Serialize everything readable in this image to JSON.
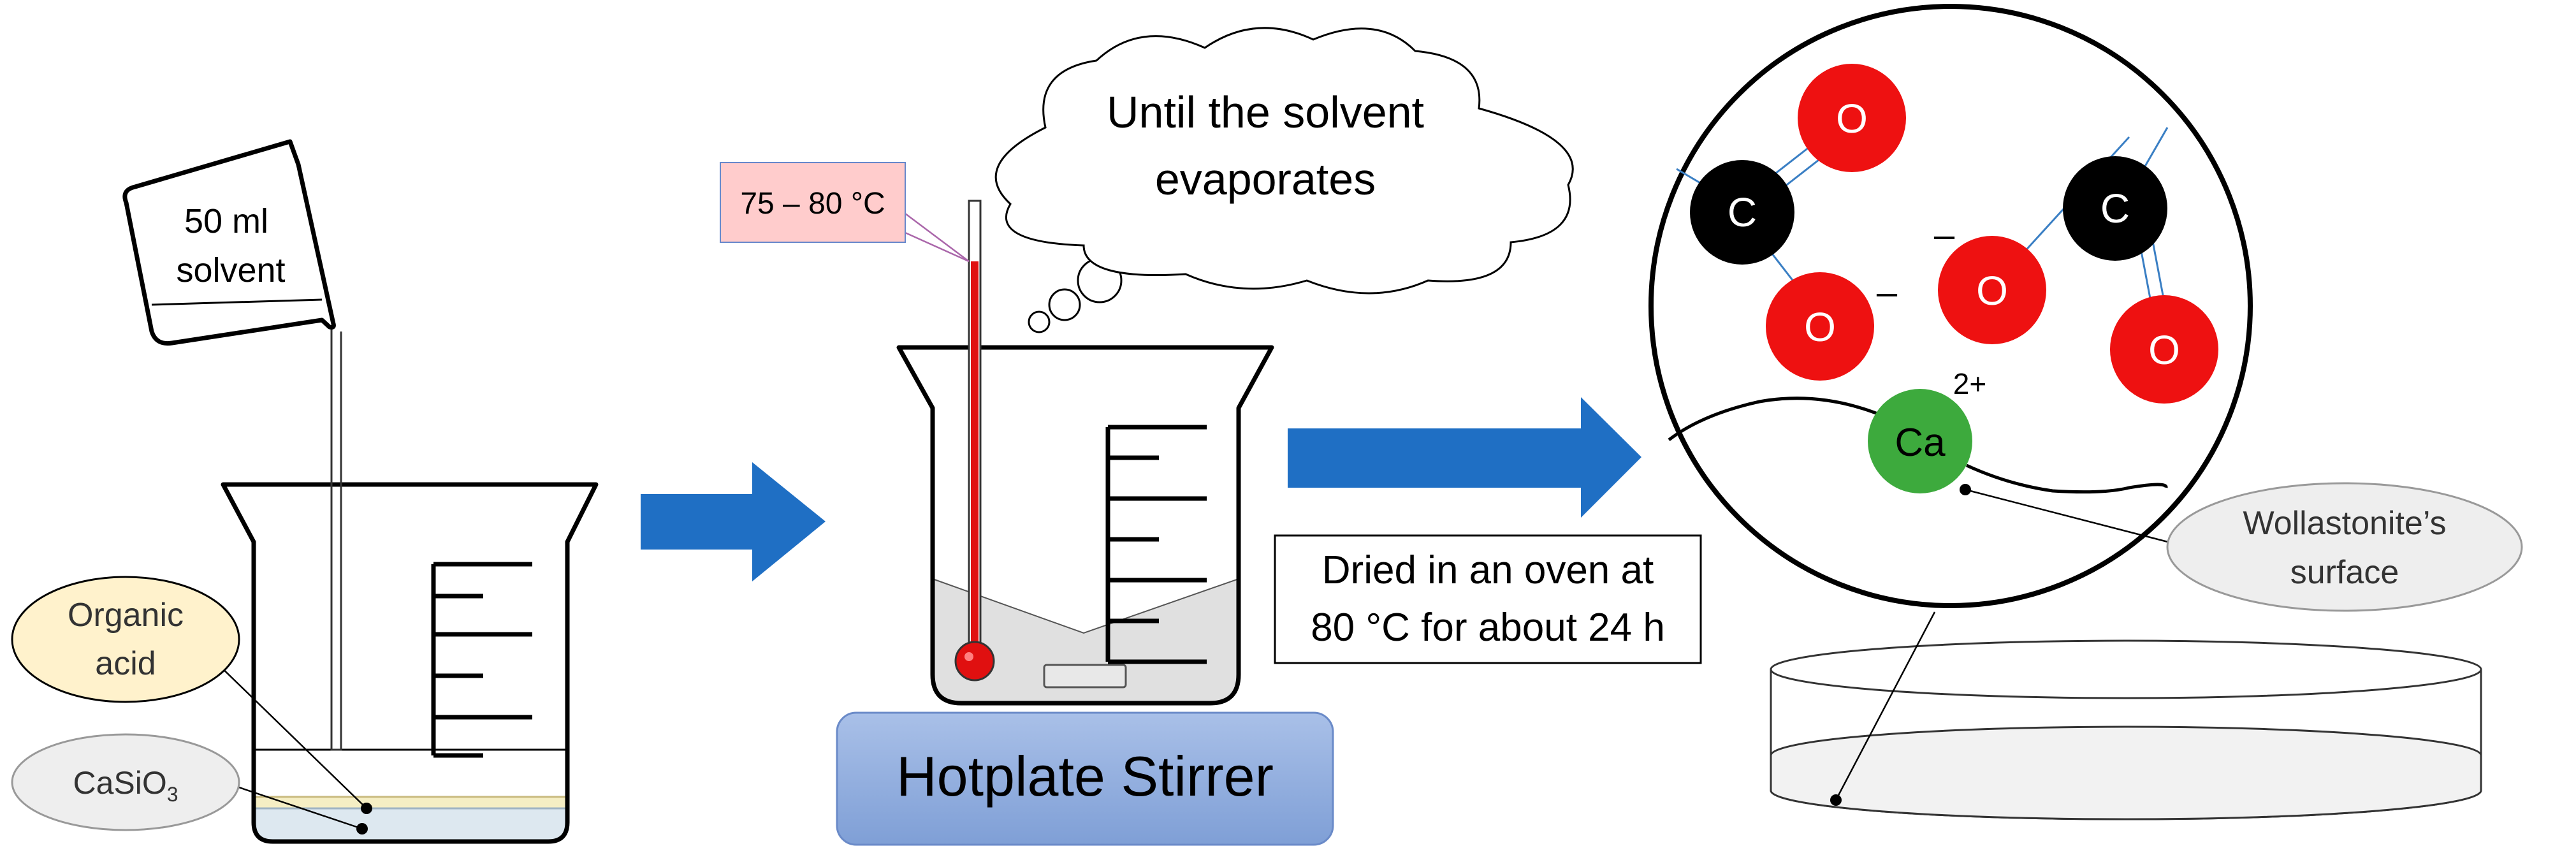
{
  "step1": {
    "pitcher_line1": "50 ml",
    "pitcher_line2": "solvent",
    "organic_acid_line1": "Organic",
    "organic_acid_line2": "acid",
    "casio3_main": "CaSiO",
    "casio3_sub": "3"
  },
  "step2": {
    "temperature_label": "75 – 80 °C",
    "thought_line1": "Until the solvent",
    "thought_line2": "evaporates",
    "hotplate_label": "Hotplate Stirrer"
  },
  "step3": {
    "oven_line1": "Dried in an oven at",
    "oven_line2": "80 °C for about 24 h",
    "wollastonite_line1": "Wollastonite’s",
    "wollastonite_line2": "surface"
  },
  "molecule": {
    "oxygen": "O",
    "carbon": "C",
    "calcium": "Ca",
    "calcium_charge": "2+",
    "negative_charge": "–"
  },
  "colors": {
    "arrow_blue": "#1f6fc4",
    "oxygen_red": "#ee1111",
    "carbon_black": "#000000",
    "calcium_green": "#3daa3d",
    "bond_blue": "#3a7fc4",
    "thermometer_red": "#e01010",
    "label_pink": "#ffcccc",
    "label_yellow": "#fff2cc",
    "hotplate_blue": "#8eaadb",
    "liquid_gray": "#e0e0e0",
    "callout_gray": "#eeeeee"
  }
}
